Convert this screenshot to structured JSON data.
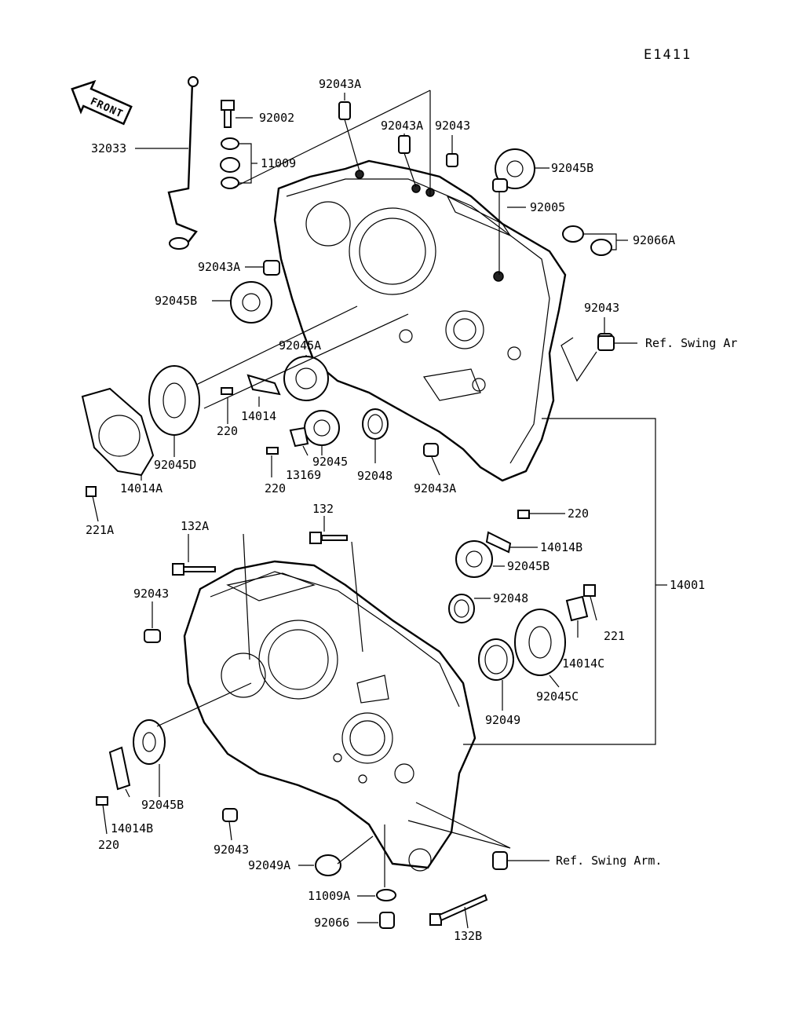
{
  "diagram": {
    "code": "E1411",
    "front_label": "FRONT",
    "labels": {
      "l_92043A_top": "92043A",
      "l_92002": "92002",
      "l_32033": "32033",
      "l_11009": "11009",
      "l_92043A_mid": "92043A",
      "l_92043_top": "92043",
      "l_92045B_tr": "92045B",
      "l_92005": "92005",
      "l_92066A": "92066A",
      "l_92043A_left": "92043A",
      "l_92045B_left": "92045B",
      "l_92043_right": "92043",
      "l_ref_swing_top": "Ref. Swing Ar",
      "l_92045A": "92045A",
      "l_14014": "14014",
      "l_220_a": "220",
      "l_92045D": "92045D",
      "l_92045": "92045",
      "l_13169": "13169",
      "l_220_b": "220",
      "l_92048_top": "92048",
      "l_92043A_bot": "92043A",
      "l_14014A": "14014A",
      "l_221A": "221A",
      "l_132": "132",
      "l_132A": "132A",
      "l_220_c": "220",
      "l_14014B_r": "14014B",
      "l_92045B_mr": "92045B",
      "l_14001": "14001",
      "l_92043_left": "92043",
      "l_92048_mid": "92048",
      "l_221": "221",
      "l_14014C": "14014C",
      "l_92045C": "92045C",
      "l_92049": "92049",
      "l_92045B_bl": "92045B",
      "l_14014B_bl": "14014B",
      "l_220_d": "220",
      "l_92043_bot": "92043",
      "l_92049A": "92049A",
      "l_ref_swing_bot": "Ref. Swing Arm.",
      "l_11009A": "11009A",
      "l_92066": "92066",
      "l_132B": "132B"
    }
  }
}
